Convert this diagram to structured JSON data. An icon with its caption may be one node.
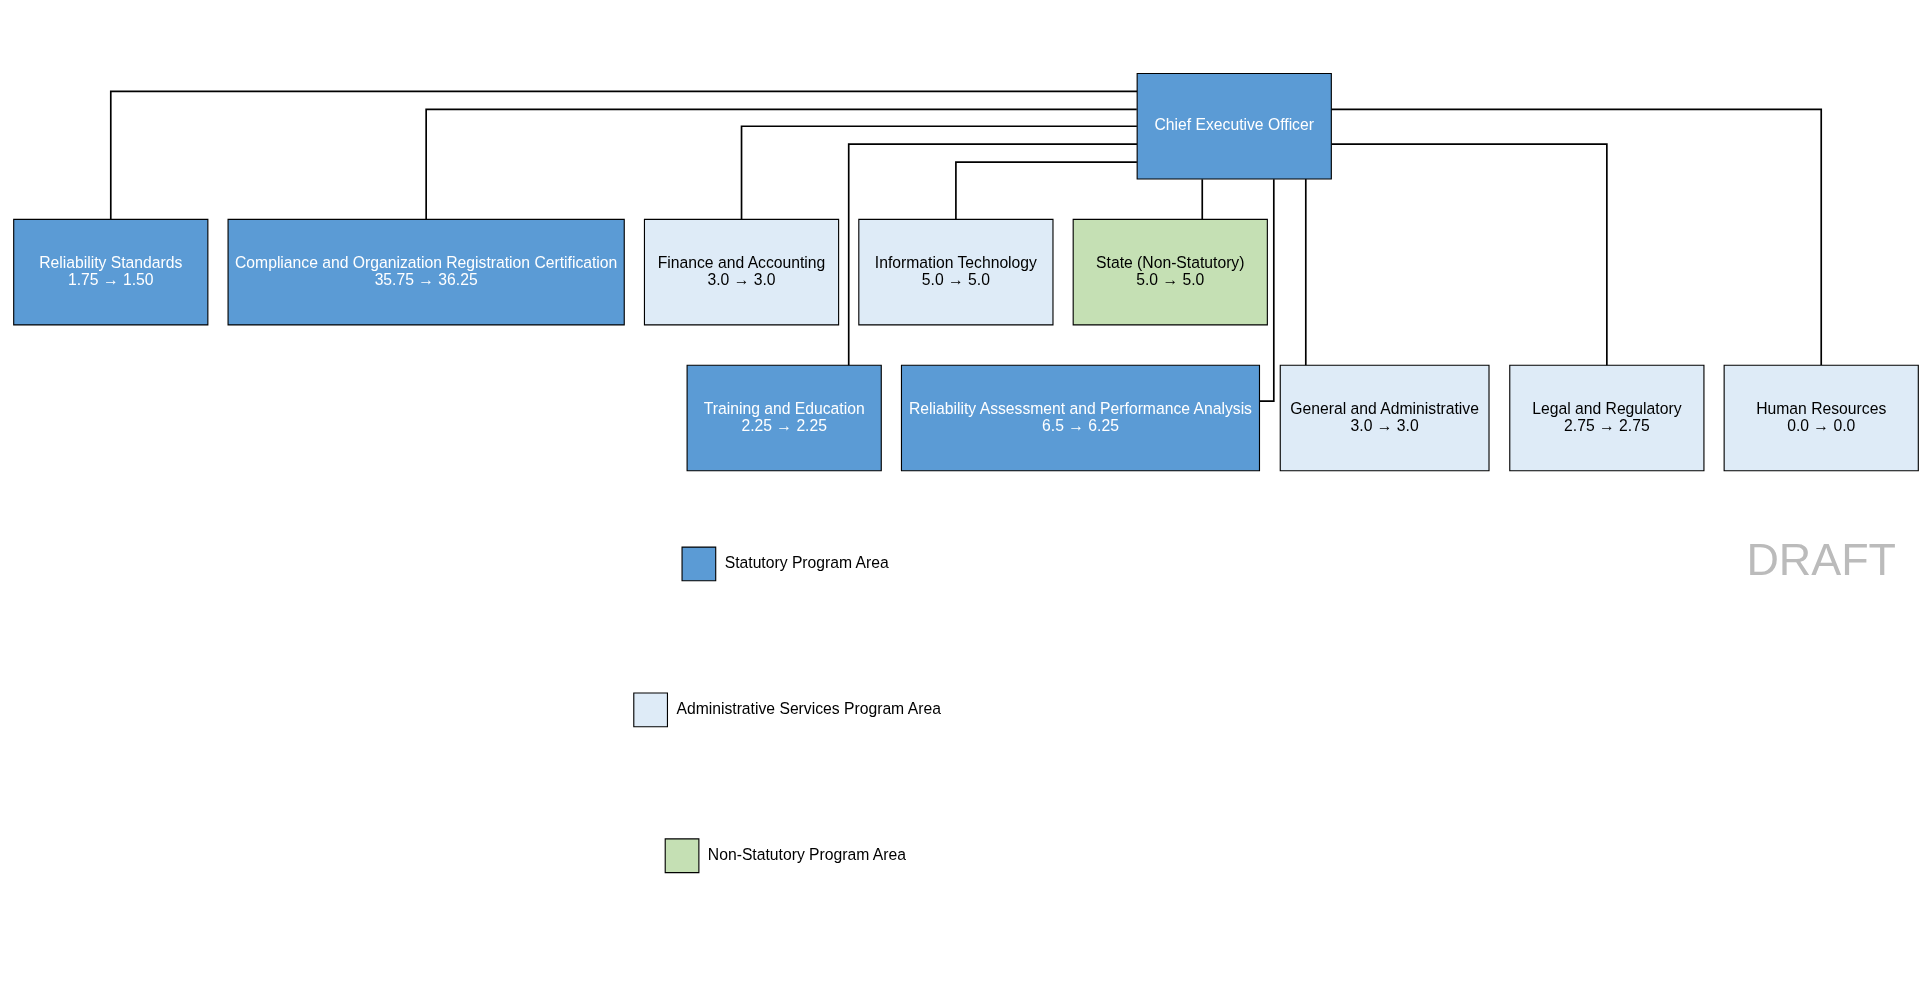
{
  "diagram": {
    "nodes": [
      {
        "text": [
          "Chief Executive Officer"
        ]
      },
      {
        "text": [
          "Reliability Standards",
          "1.75 → 1.50"
        ]
      },
      {
        "text": [
          "Compliance and Organization Registration Certification",
          "35.75 → 36.25"
        ]
      },
      {
        "text": [
          "Finance and Accounting",
          "3.0 → 3.0"
        ]
      },
      {
        "text": [
          "Information Technology",
          "5.0 → 5.0"
        ]
      },
      {
        "text": [
          "State (Non-Statutory)",
          "5.0 → 5.0"
        ]
      },
      {
        "text": [
          "Training and Education",
          "2.25 → 2.25"
        ]
      },
      {
        "text": [
          "Reliability Assessment and Performance Analysis",
          "6.5 → 6.25"
        ]
      },
      {
        "text": [
          "General and Administrative",
          "3.0 → 3.0"
        ]
      },
      {
        "text": [
          "Legal and Regulatory",
          "2.75 → 2.75"
        ]
      },
      {
        "text": [
          "Human Resources",
          "0.0 → 0.0"
        ]
      }
    ],
    "edges": [
      {
        "from": 0,
        "to": 6,
        "arrow": "none"
      },
      {
        "from": 0,
        "to": 1,
        "arrow": "none"
      },
      {
        "from": 0,
        "to": 7,
        "arrow": "none"
      },
      {
        "from": 0,
        "to": 2,
        "arrow": "none"
      },
      {
        "from": 0,
        "to": 8,
        "arrow": "none"
      },
      {
        "from": 0,
        "to": 3,
        "arrow": "none"
      },
      {
        "from": 0,
        "to": 9,
        "arrow": "none"
      },
      {
        "from": 0,
        "to": 4,
        "arrow": "none"
      },
      {
        "from": 0,
        "to": 10,
        "arrow": "none"
      },
      {
        "from": 0,
        "to": 5,
        "arrow": "none"
      }
    ],
    "labels": [
      "DRAFT"
    ],
    "legend": [
      {
        "text": "Statutory Program Area",
        "color": "#5b9bd5"
      },
      {
        "text": "Administrative Services Program Area",
        "color": "#deebf7"
      },
      {
        "text": "Non-Statutory Program Area",
        "color": "#c5e0b4"
      }
    ]
  }
}
